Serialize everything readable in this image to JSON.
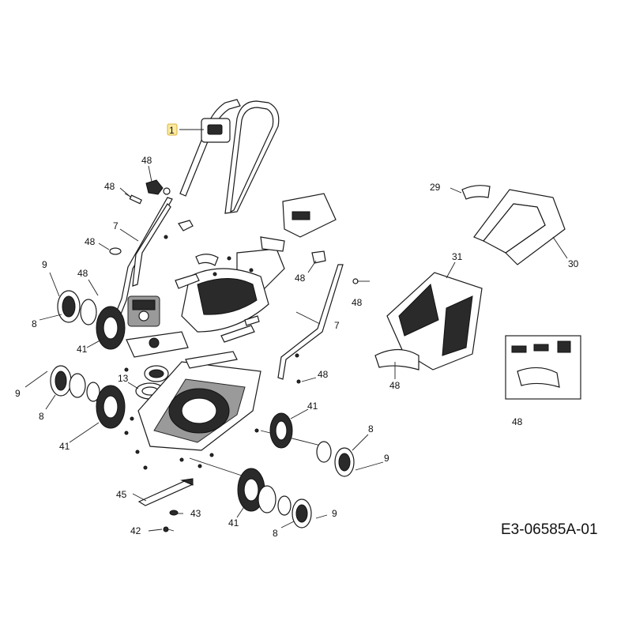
{
  "diagram": {
    "drawing_code": "E3-06585A-01",
    "labels": [
      {
        "id": "lbl-1",
        "text": "1"
      },
      {
        "id": "lbl-48a",
        "text": "48"
      },
      {
        "id": "lbl-48b",
        "text": "48"
      },
      {
        "id": "lbl-7a",
        "text": "7"
      },
      {
        "id": "lbl-48c",
        "text": "48"
      },
      {
        "id": "lbl-9a",
        "text": "9"
      },
      {
        "id": "lbl-48d",
        "text": "48"
      },
      {
        "id": "lbl-8a",
        "text": "8"
      },
      {
        "id": "lbl-41a",
        "text": "41"
      },
      {
        "id": "lbl-9b",
        "text": "9"
      },
      {
        "id": "lbl-13",
        "text": "13"
      },
      {
        "id": "lbl-8b",
        "text": "8"
      },
      {
        "id": "lbl-41b",
        "text": "41"
      },
      {
        "id": "lbl-48e",
        "text": "48"
      },
      {
        "id": "lbl-48f",
        "text": "48"
      },
      {
        "id": "lbl-7b",
        "text": "7"
      },
      {
        "id": "lbl-48g",
        "text": "48"
      },
      {
        "id": "lbl-41c",
        "text": "41"
      },
      {
        "id": "lbl-8c",
        "text": "8"
      },
      {
        "id": "lbl-9c",
        "text": "9"
      },
      {
        "id": "lbl-45",
        "text": "45"
      },
      {
        "id": "lbl-43",
        "text": "43"
      },
      {
        "id": "lbl-42",
        "text": "42"
      },
      {
        "id": "lbl-41d",
        "text": "41"
      },
      {
        "id": "lbl-8d",
        "text": "8"
      },
      {
        "id": "lbl-9d",
        "text": "9"
      },
      {
        "id": "lbl-29",
        "text": "29"
      },
      {
        "id": "lbl-30",
        "text": "30"
      },
      {
        "id": "lbl-31",
        "text": "31"
      },
      {
        "id": "lbl-48h",
        "text": "48"
      },
      {
        "id": "lbl-48i",
        "text": "48"
      }
    ]
  }
}
